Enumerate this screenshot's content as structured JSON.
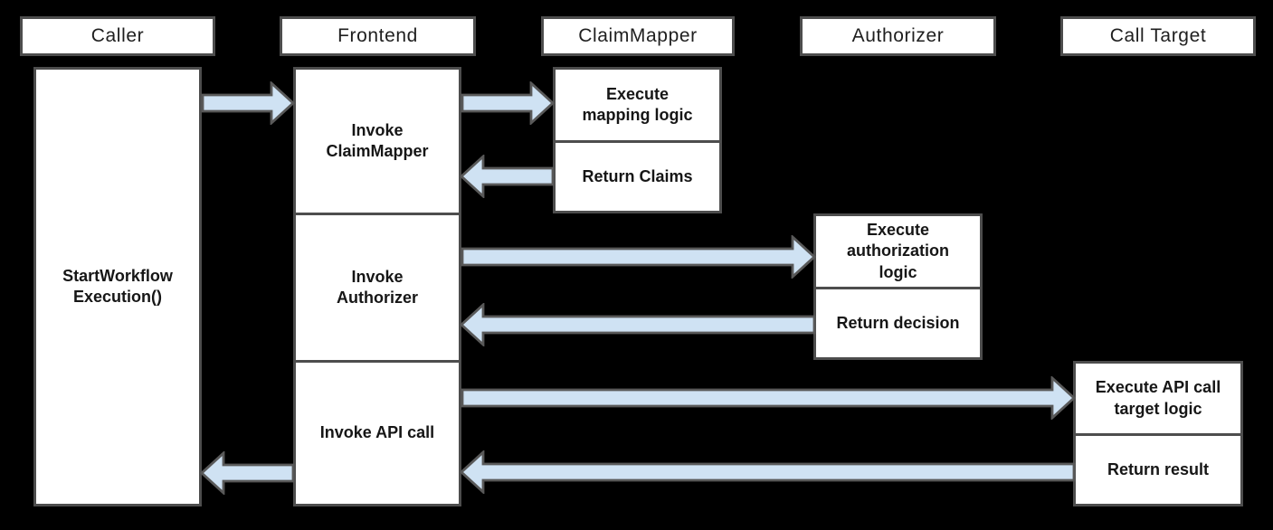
{
  "diagram": {
    "type": "sequence",
    "participants": [
      {
        "header": "Caller",
        "activities": [
          "StartWorkflow\nExecution()"
        ]
      },
      {
        "header": "Frontend",
        "activities": [
          "Invoke\nClaimMapper",
          "Invoke\nAuthorizer",
          "Invoke API call"
        ]
      },
      {
        "header": "ClaimMapper",
        "activities": [
          "Execute\nmapping logic",
          "Return Claims"
        ]
      },
      {
        "header": "Authorizer",
        "activities": [
          "Execute\nauthorization\nlogic",
          "Return decision"
        ]
      },
      {
        "header": "Call Target",
        "activities": [
          "Execute API call\ntarget logic",
          "Return result"
        ]
      }
    ],
    "messages": [
      {
        "from": "Caller",
        "to": "Frontend",
        "action": "start-workflow-execution"
      },
      {
        "from": "Frontend",
        "to": "ClaimMapper",
        "action": "invoke-claim-mapper"
      },
      {
        "from": "ClaimMapper",
        "to": "Frontend",
        "action": "return-claims"
      },
      {
        "from": "Frontend",
        "to": "Authorizer",
        "action": "invoke-authorizer"
      },
      {
        "from": "Authorizer",
        "to": "Frontend",
        "action": "return-decision"
      },
      {
        "from": "Frontend",
        "to": "Call Target",
        "action": "invoke-api-call"
      },
      {
        "from": "Call Target",
        "to": "Frontend",
        "action": "return-result"
      },
      {
        "from": "Frontend",
        "to": "Caller",
        "action": "return-to-caller"
      }
    ],
    "colors": {
      "background": "#000000",
      "box_fill": "#ffffff",
      "box_border": "#4d4d4d",
      "arrow_fill": "#cfe2f3",
      "arrow_stroke": "#595959",
      "text": "#161616"
    }
  }
}
